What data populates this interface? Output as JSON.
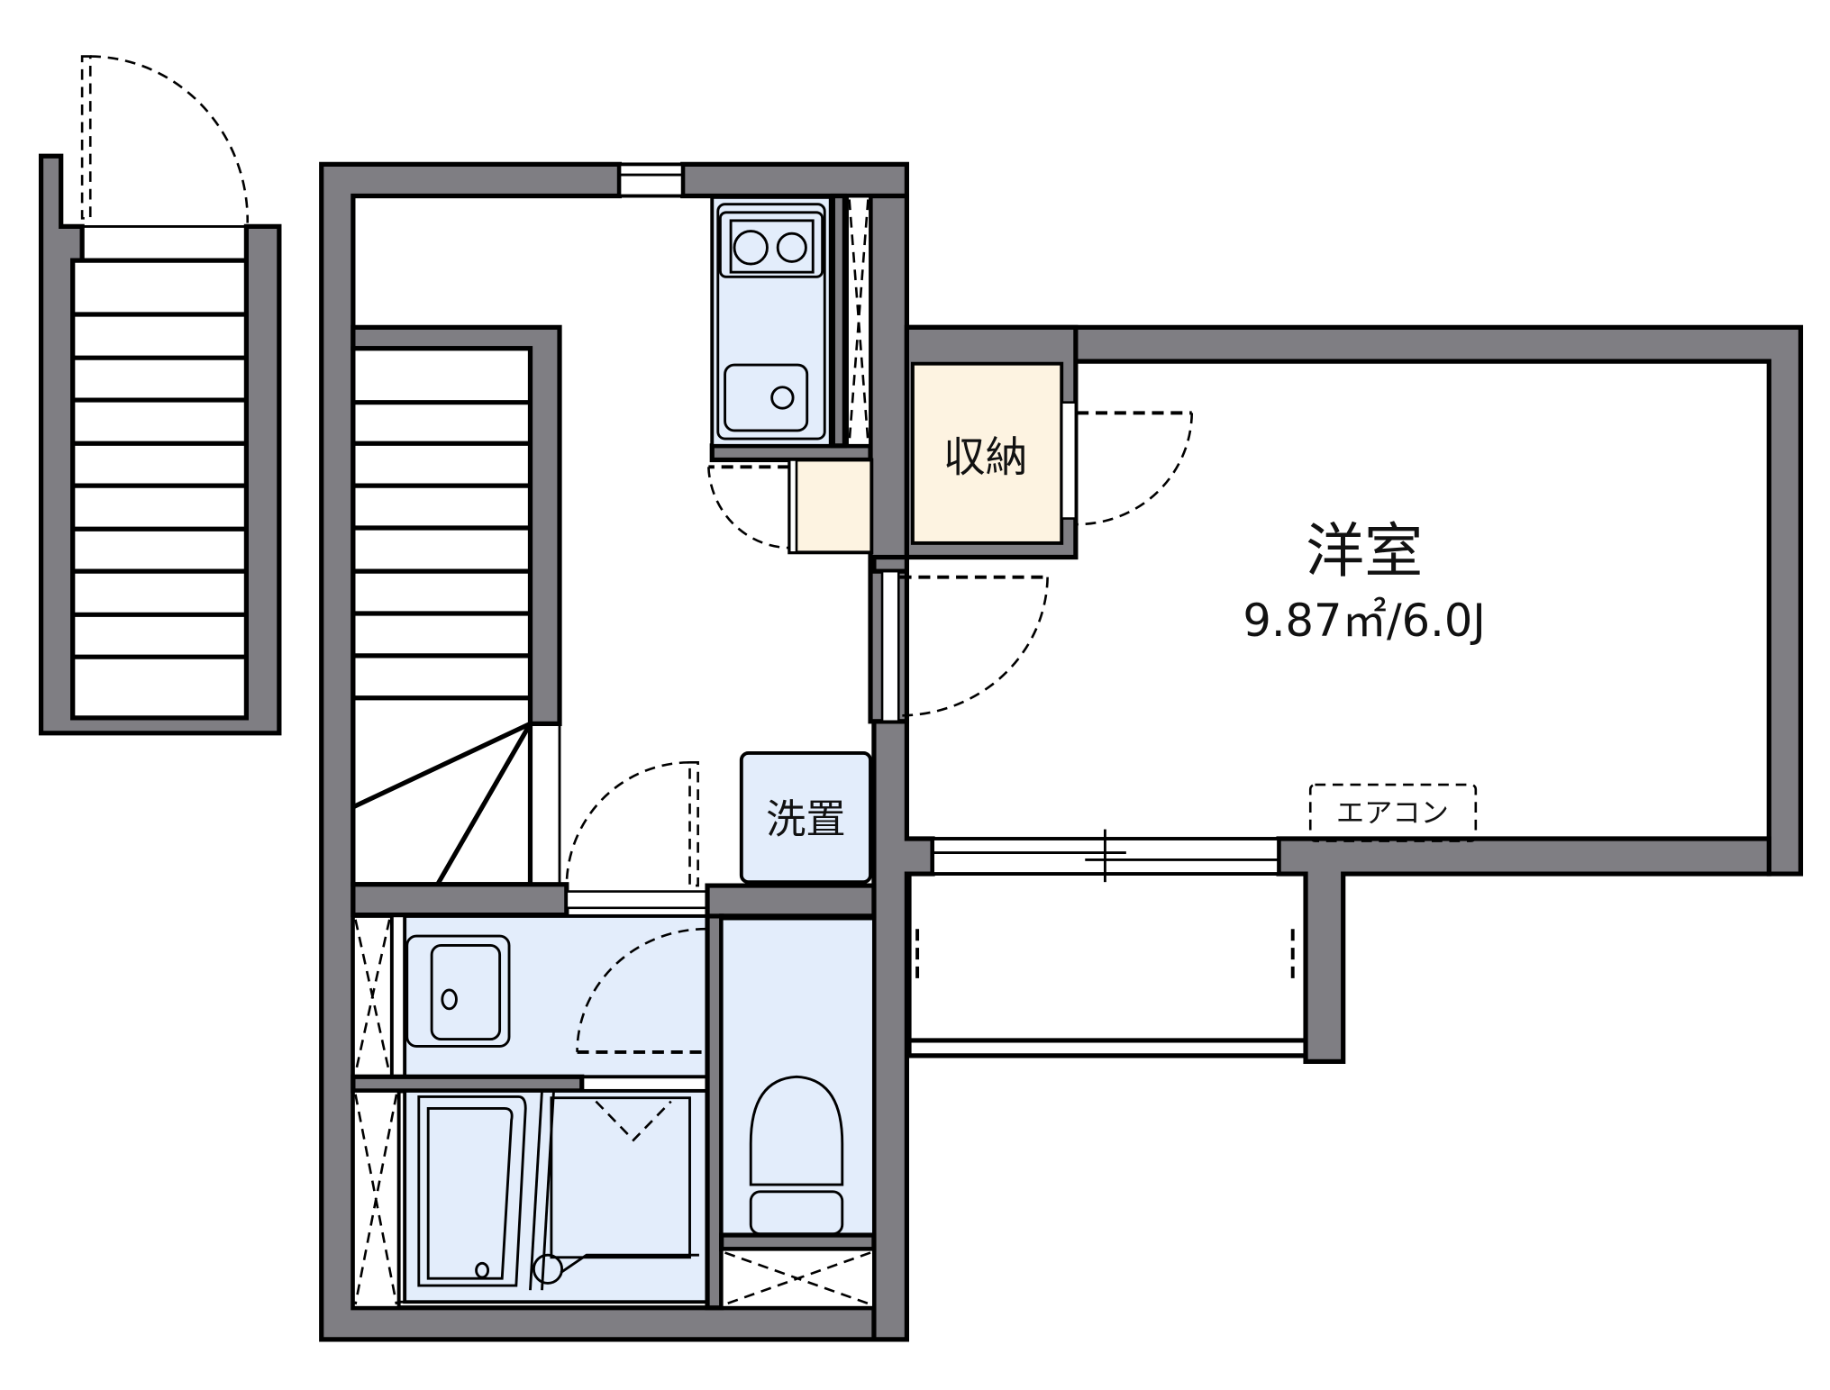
{
  "floorplan": {
    "colors": {
      "wall": "#7f7e83",
      "wet_area": "#e3edfb",
      "storage": "#fdf3e1",
      "line": "#000000",
      "background": "#ffffff"
    },
    "rooms": {
      "western_room": {
        "label": "洋室",
        "area": "9.87㎡/6.0J"
      },
      "storage": {
        "label": "収納"
      },
      "washer_space": {
        "label": "洗置"
      },
      "air_conditioner": {
        "label": "エアコン"
      }
    },
    "fixtures": [
      "kitchen-stove-2-burner",
      "kitchen-sink",
      "washbasin",
      "bathtub",
      "toilet",
      "interior-staircase",
      "exterior-staircase",
      "balcony",
      "sliding-window"
    ]
  }
}
